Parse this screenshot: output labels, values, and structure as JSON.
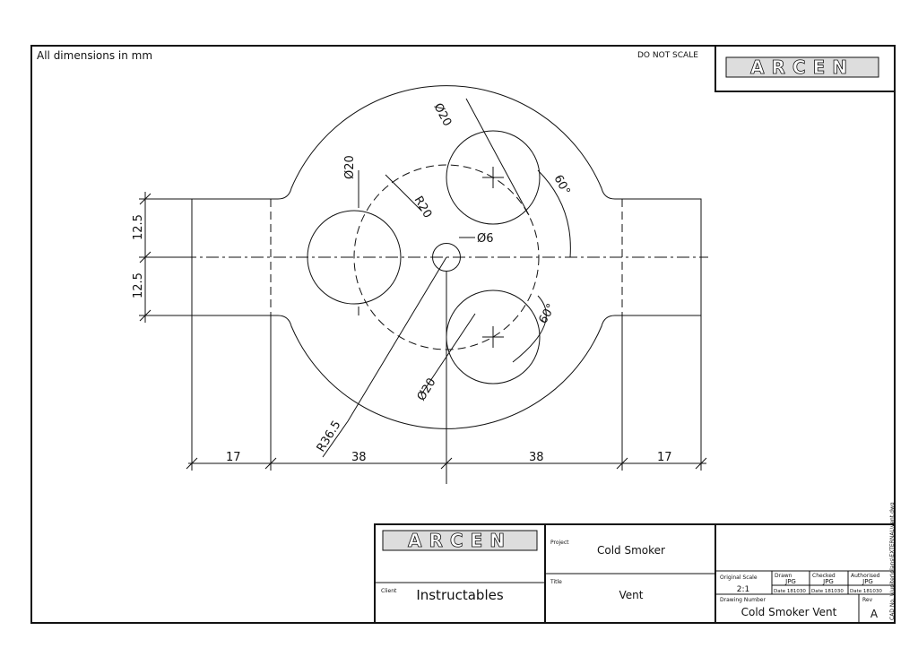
{
  "notes": {
    "units": "All dimensions in mm",
    "scale_warning": "DO NOT SCALE"
  },
  "logo_text": "ARCEN",
  "dimensions": {
    "hole_dia_top": "Ø20",
    "hole_dia_left": "Ø20",
    "hole_dia_bottom": "Ø20",
    "center_hole": "Ø6",
    "pitch_radius": "R20",
    "outer_radius": "R36.5",
    "angle_top": "60°",
    "angle_bottom": "60°",
    "height_upper": "12.5",
    "height_lower": "12.5",
    "width_left_tab": "17",
    "width_left": "38",
    "width_right": "38",
    "width_right_tab": "17"
  },
  "title_block": {
    "client_label": "Client",
    "client": "Instructables",
    "project_label": "Project",
    "project": "Cold Smoker",
    "title_label": "Title",
    "title": "Vent",
    "scale_label": "Original Scale",
    "scale": "2:1",
    "drawn_label": "Drawn",
    "drawn": "JPG",
    "drawn_date": "Date 181030",
    "checked_label": "Checked",
    "checked": "JPG",
    "checked_date": "Date 181030",
    "authorised_label": "Authorised",
    "authorised": "JPG",
    "authorised_date": "Date 181030",
    "drawing_number_label": "Drawing Number",
    "drawing_number": "Cold Smoker Vent",
    "rev_label": "Rev",
    "rev": "A",
    "cad_no": "CAD No. \\\\Jupiter\\plans\\EXTERNAL\\vent.dwg"
  }
}
